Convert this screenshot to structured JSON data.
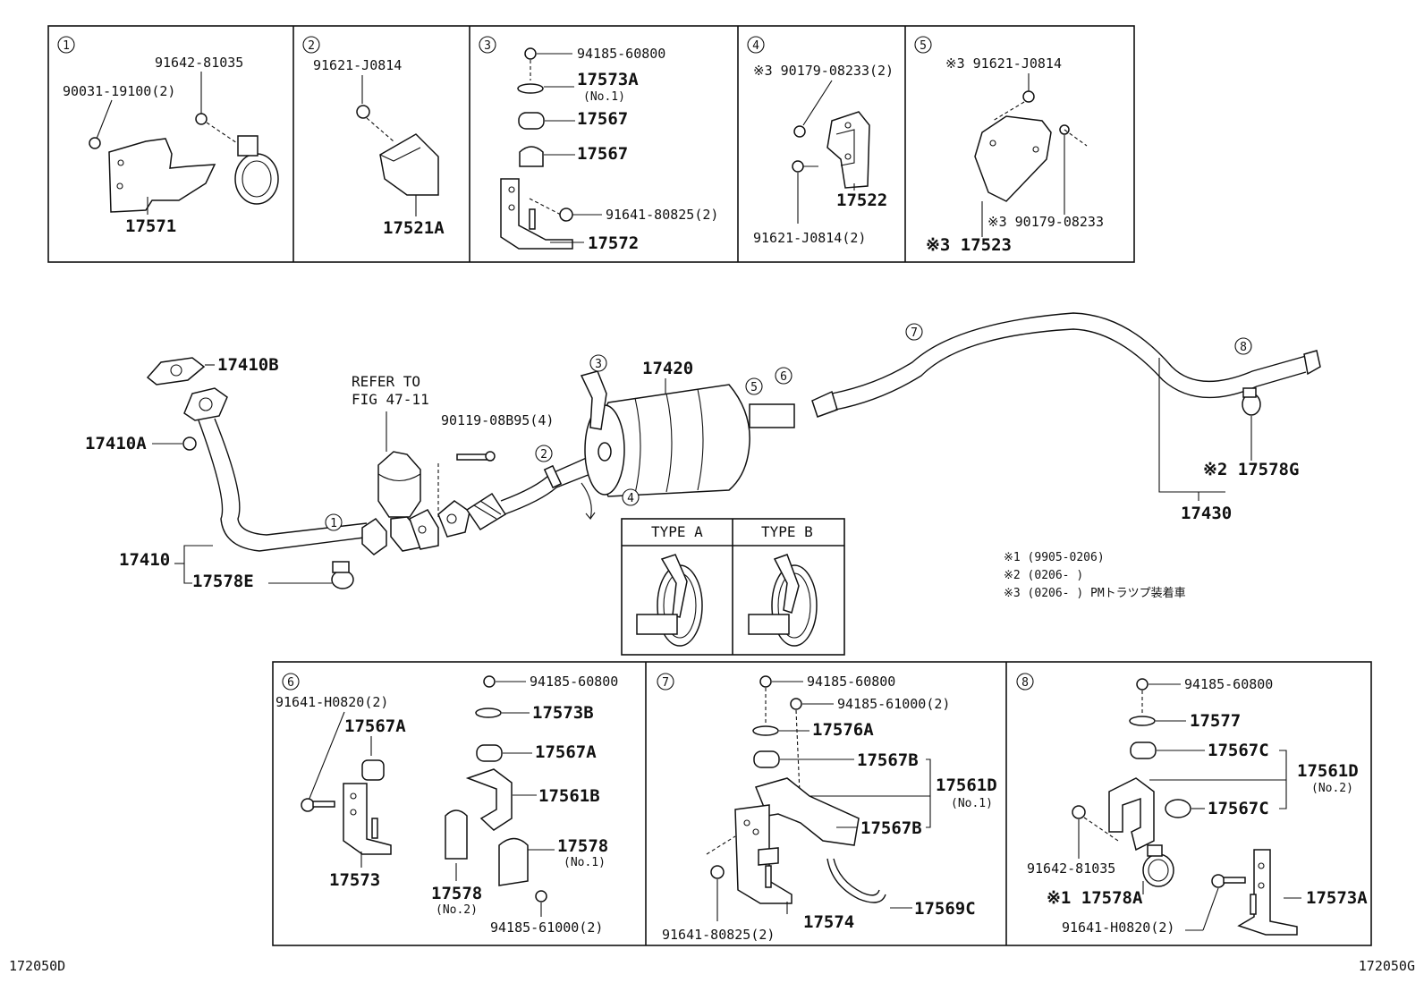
{
  "page_codes": {
    "left": "172050D",
    "right": "172050G"
  },
  "callouts": [
    "1",
    "2",
    "3",
    "4",
    "5",
    "6",
    "7",
    "8"
  ],
  "box1": {
    "parts": [
      "91642-81035",
      "90031-19100(2)",
      "17571"
    ]
  },
  "box2": {
    "parts": [
      "91621-J0814",
      "17521A"
    ]
  },
  "box3": {
    "parts": [
      "94185-60800",
      "17573A",
      "(No.1)",
      "17567",
      "17567",
      "91641-80825(2)",
      "17572"
    ]
  },
  "box4": {
    "parts": [
      "※3 90179-08233(2)",
      "17522",
      "91621-J0814(2)"
    ]
  },
  "box5": {
    "parts": [
      "※3 91621-J0814",
      "※3  90179-08233",
      "※3 17523"
    ]
  },
  "main": {
    "parts": [
      "17410B",
      "17410A",
      "17410",
      "17578E",
      "17420",
      "90119-08B95(4)",
      "17430",
      "※2 17578G"
    ],
    "refer": [
      "REFER TO",
      "FIG 47-11"
    ]
  },
  "types": {
    "a": "TYPE A",
    "b": "TYPE B"
  },
  "notes": [
    "※1  (9905-0206)",
    "※2  (0206-        )",
    "※3  (0206-        ) PMトラツプ装着車"
  ],
  "box6": {
    "parts": [
      "94185-60800",
      "91641-H0820(2)",
      "17567A",
      "17573B",
      "17567A",
      "17561B",
      "17573",
      "17578",
      "(No.1)",
      "17578",
      "(No.2)",
      "94185-61000(2)"
    ]
  },
  "box7": {
    "parts": [
      "94185-60800",
      "94185-61000(2)",
      "17576A",
      "17567B",
      "17561D",
      "(No.1)",
      "17567B",
      "91641-80825(2)",
      "17574",
      "17569C"
    ]
  },
  "box8": {
    "parts": [
      "94185-60800",
      "17577",
      "17567C",
      "17561D",
      "(No.2)",
      "17567C",
      "91642-81035",
      "※1 17578A",
      "17573A",
      "91641-H0820(2)"
    ]
  }
}
